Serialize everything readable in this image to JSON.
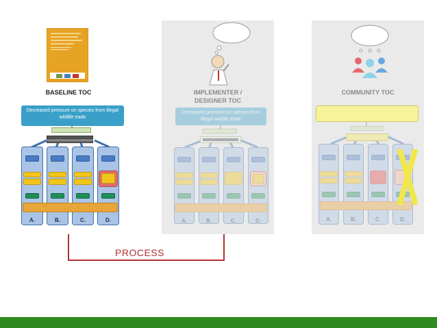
{
  "panels": {
    "baseline": {
      "title": "BASELINE TOC",
      "goal": "Decreased pressure on species from illegal wildlife trade",
      "columns": [
        "A.",
        "B.",
        "C.",
        "D."
      ]
    },
    "implementer": {
      "title_line1": "IMPLEMENTER /",
      "title_line2": "DESIGNER TOC",
      "goal": "Decreased pressure on species from illegal wildlife trade",
      "columns": [
        "A.",
        "B.",
        "C.",
        "D."
      ]
    },
    "community": {
      "title": "COMMUNITY TOC",
      "columns": [
        "A.",
        "B.",
        "C.",
        "D."
      ]
    }
  },
  "process": {
    "label": "PROCESS"
  },
  "colors": {
    "process": "#b03030",
    "footer": "#2f8a1f",
    "goal": "#3aa0c9",
    "column": "#a9c4e6"
  },
  "icons": {
    "cover": "report-cover",
    "thinker": "thinking-person-icon",
    "community": "community-people-icon",
    "cross": "cross-out-icon"
  }
}
